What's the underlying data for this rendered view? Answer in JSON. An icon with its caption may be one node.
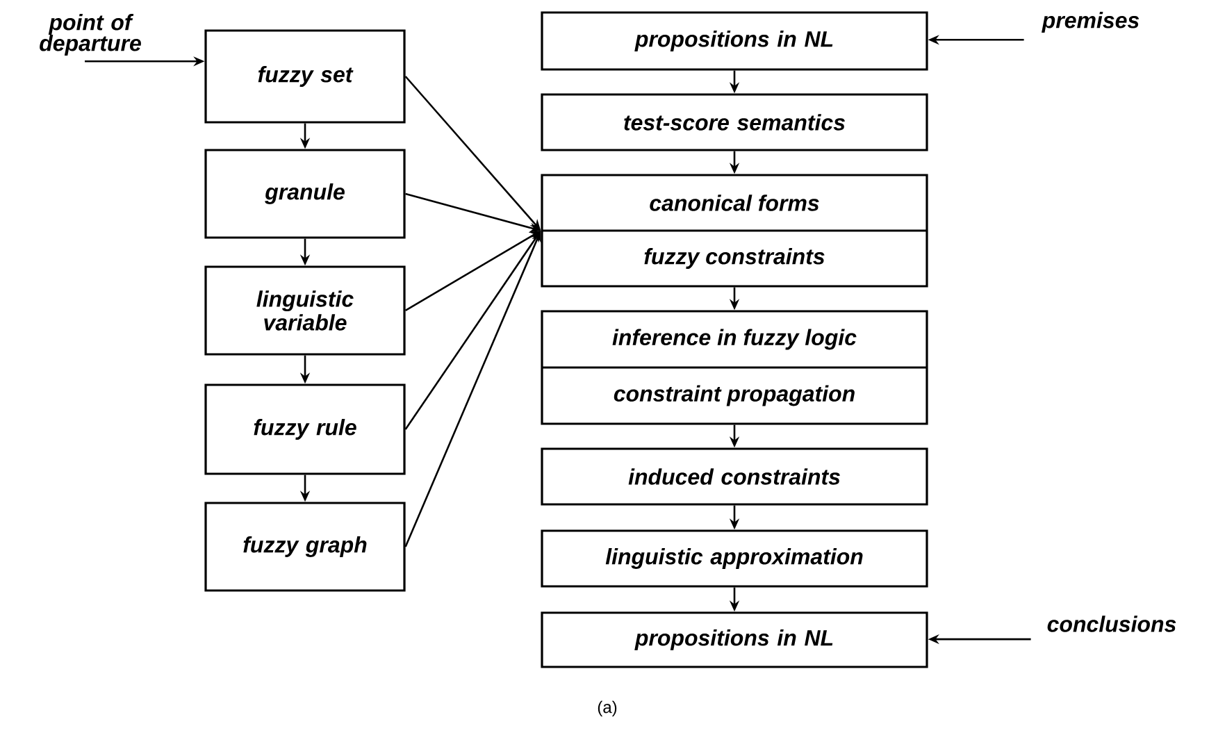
{
  "diagram": {
    "caption": "(a)",
    "nodes": [
      {
        "text": [
          "point of departure"
        ]
      },
      {
        "text": [
          "fuzzy set"
        ]
      },
      {
        "text": [
          "granule"
        ]
      },
      {
        "text": [
          "linguistic variable"
        ]
      },
      {
        "text": [
          "fuzzy rule"
        ]
      },
      {
        "text": [
          "fuzzy graph"
        ]
      },
      {
        "text": [
          "propositions in NL"
        ]
      },
      {
        "text": [
          "premises"
        ]
      },
      {
        "text": [
          "test-score semantics"
        ]
      },
      {
        "text": [
          "canonical forms",
          "fuzzy constraints"
        ]
      },
      {
        "text": [
          "inference in fuzzy logic",
          "constraint propagation"
        ]
      },
      {
        "text": [
          "induced constraints"
        ]
      },
      {
        "text": [
          "linguistic approximation"
        ]
      },
      {
        "text": [
          "propositions in NL"
        ]
      },
      {
        "text": [
          "conclusions"
        ]
      }
    ],
    "edges": [
      {
        "from": 0,
        "to": 1,
        "arrow": "to"
      },
      {
        "from": 1,
        "to": 2,
        "arrow": "to"
      },
      {
        "from": 2,
        "to": 3,
        "arrow": "to"
      },
      {
        "from": 3,
        "to": 4,
        "arrow": "to"
      },
      {
        "from": 4,
        "to": 5,
        "arrow": "to"
      },
      {
        "from": 1,
        "to": 9,
        "arrow": "to"
      },
      {
        "from": 2,
        "to": 9,
        "arrow": "to"
      },
      {
        "from": 3,
        "to": 9,
        "arrow": "to"
      },
      {
        "from": 4,
        "to": 9,
        "arrow": "to"
      },
      {
        "from": 5,
        "to": 9,
        "arrow": "to"
      },
      {
        "from": 7,
        "to": 6,
        "arrow": "to"
      },
      {
        "from": 6,
        "to": 8,
        "arrow": "to"
      },
      {
        "from": 8,
        "to": 9,
        "arrow": "to"
      },
      {
        "from": 9,
        "to": 10,
        "arrow": "to"
      },
      {
        "from": 10,
        "to": 11,
        "arrow": "to"
      },
      {
        "from": 11,
        "to": 12,
        "arrow": "to"
      },
      {
        "from": 12,
        "to": 13,
        "arrow": "to"
      },
      {
        "from": 14,
        "to": 13,
        "arrow": "to"
      }
    ]
  }
}
